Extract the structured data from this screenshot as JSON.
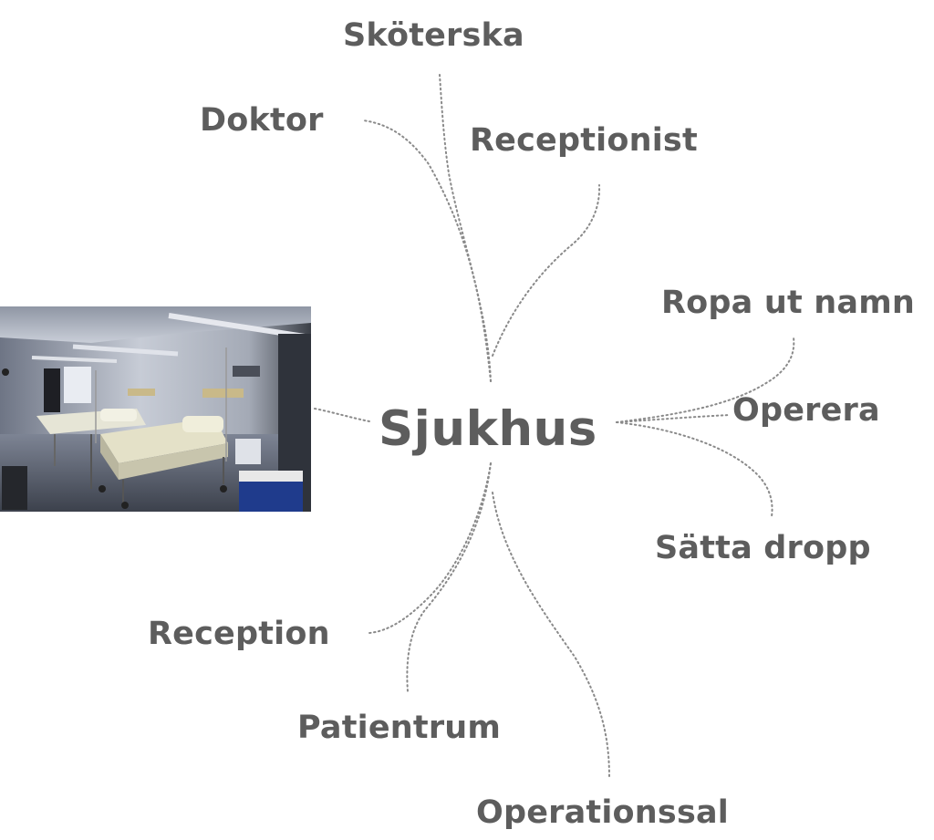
{
  "center": {
    "label": "Sjukhus"
  },
  "nodes": {
    "skoterska": "Sköterska",
    "doktor": "Doktor",
    "receptionist": "Receptionist",
    "ropa_ut_namn": "Ropa ut namn",
    "operera": "Operera",
    "satta_dropp": "Sätta dropp",
    "reception": "Reception",
    "patientrum": "Patientrum",
    "operationssal": "Operationssal"
  },
  "image": {
    "subject": "hospital-ward-photo"
  },
  "colors": {
    "text": "#5d5d5d",
    "connector": "#8a8a8a",
    "background": "#ffffff"
  }
}
